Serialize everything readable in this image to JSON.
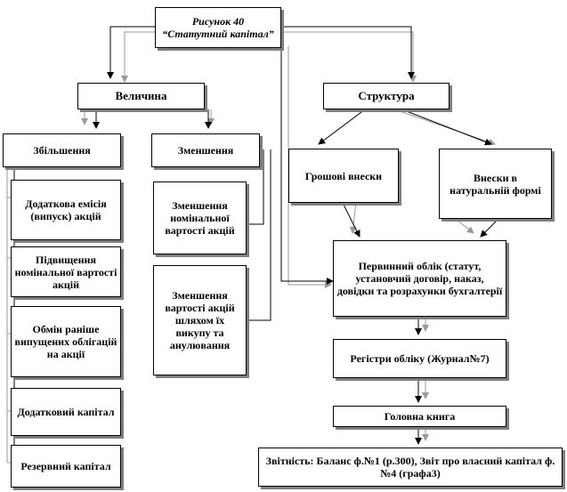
{
  "diagram": {
    "title": "Рисунок 40 “Статутний капітал”",
    "nodes": {
      "size": "Величина",
      "structure": "Структура",
      "increase": "Збільшення",
      "decrease": "Зменшення",
      "cash": "Грошові внески",
      "in_kind": "Внески в натуральній формі",
      "additional_issue": "Додаткова емісія (випуск) акцій",
      "nominal_raise": "Підвищення номінальної вартості акцій",
      "exchange": "Обмін раніше випущених облігацій на акції",
      "additional_capital": "Додатковий капітал",
      "reserve_capital": "Резервний капітал",
      "nominal_cut": "Зменшення номінальної вартості акцій",
      "buyback": "Зменшення вартості акцій шляхом їх викупу та анулювання",
      "primary": "Первинний облік (статут, установчий договір, наказ, довідки та розрахунки бухгалтерії",
      "registers": "Регістри обліку (Журнал№7)",
      "ledger": "Головна книга",
      "reporting": "Звітність: Баланс ф.№1 (р.300), Звіт про власний капітал ф.№4 (графа3)"
    },
    "colors": {
      "line": "#000000",
      "shadow_line": "#9a9a9a",
      "box_shadow": "#7f7f7f"
    }
  }
}
